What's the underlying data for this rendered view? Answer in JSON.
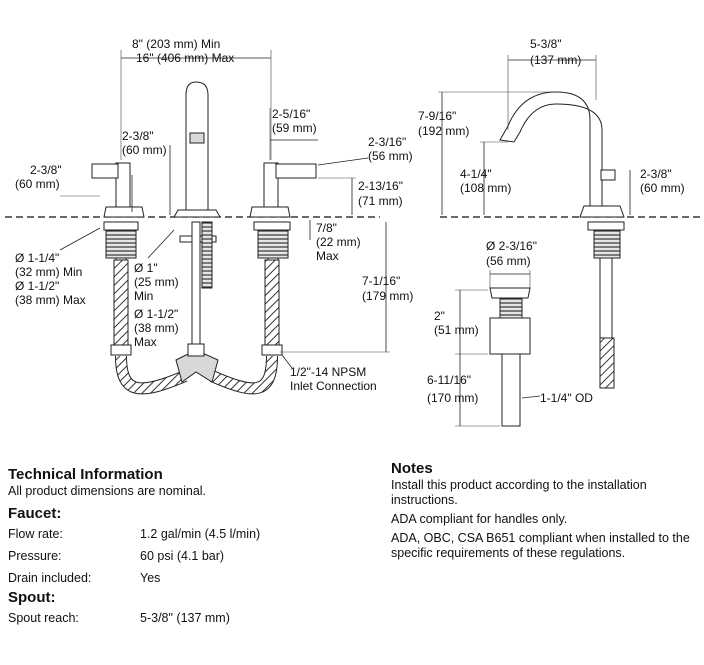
{
  "dimensions": {
    "spread_min": "8\" (203 mm) Min",
    "spread_max": "16\" (406 mm) Max",
    "handle_height_in": "2-3/8\"",
    "handle_height_mm": "(60 mm)",
    "spout_clear_in": "2-3/8\"",
    "spout_clear_mm": "(60 mm)",
    "handle_dia_in": "2-5/16\"",
    "handle_dia_mm": "(59 mm)",
    "base_width_in": "2-3/16\"",
    "base_width_mm": "(56 mm)",
    "handle_top_in": "2-13/16\"",
    "handle_top_mm": "(71 mm)",
    "deck_max_in": "7/8\"",
    "deck_max_mm": "(22 mm)",
    "deck_max_label": "Max",
    "shank_length_in": "7-1/16\"",
    "shank_length_mm": "(179 mm)",
    "hole_min_in": "Ø 1-1/4\"",
    "hole_min_mm": "(32 mm) Min",
    "hole_max_in": "Ø 1-1/2\"",
    "hole_max_mm": "(38 mm) Max",
    "spout_hole_min_in": "Ø 1\"",
    "spout_hole_min_mm": "(25 mm)",
    "spout_hole_min_label": "Min",
    "spout_hole_max_in": "Ø 1-1/2\"",
    "spout_hole_max_mm": "(38 mm)",
    "spout_hole_max_label": "Max",
    "inlet_thread": "1/2\"-14 NPSM",
    "inlet_label": "Inlet Connection",
    "spout_reach_in": "5-3/8\"",
    "spout_reach_mm": "(137 mm)",
    "spout_height_in": "7-9/16\"",
    "spout_height_mm": "(192 mm)",
    "outlet_height_in": "4-1/4\"",
    "outlet_height_mm": "(108 mm)",
    "side_handle_in": "2-3/8\"",
    "side_handle_mm": "(60 mm)",
    "drain_dia_in": "Ø 2-3/16\"",
    "drain_dia_mm": "(56 mm)",
    "drain_body_in": "2\"",
    "drain_body_mm": "(51 mm)",
    "tailpiece_in": "6-11/16\"",
    "tailpiece_mm": "(170 mm)",
    "tailpiece_od": "1-1/4\" OD"
  },
  "technical": {
    "title": "Technical Information",
    "subtitle": "All product dimensions are nominal.",
    "faucet_heading": "Faucet:",
    "flow_label": "Flow rate:",
    "flow_value": "1.2 gal/min (4.5 l/min)",
    "pressure_label": "Pressure:",
    "pressure_value": "60 psi (4.1 bar)",
    "drain_label": "Drain included:",
    "drain_value": "Yes",
    "spout_heading": "Spout:",
    "reach_label": "Spout reach:",
    "reach_value": "5-3/8\" (137 mm)"
  },
  "notes": {
    "title": "Notes",
    "line1": "Install this product according to the installation instructions.",
    "line2": "ADA compliant for handles only.",
    "line3": "ADA, OBC, CSA B651 compliant when installed to the specific requirements of these regulations."
  }
}
